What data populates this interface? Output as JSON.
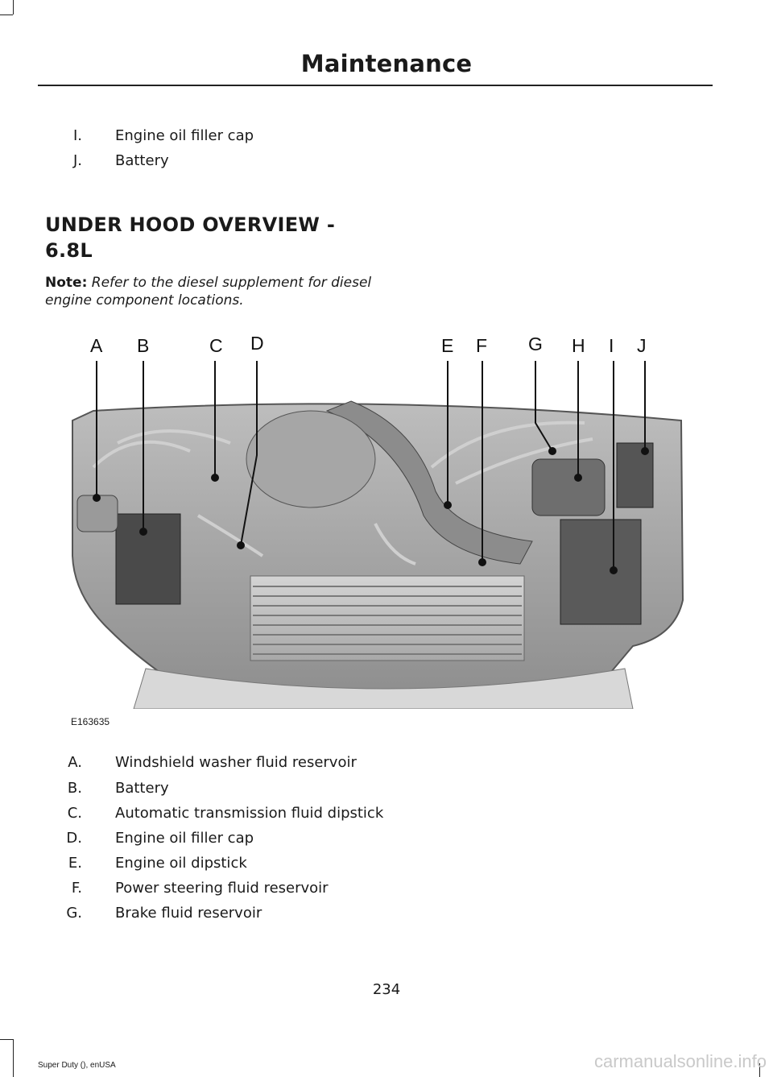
{
  "header": {
    "title": "Maintenance"
  },
  "top_list": [
    {
      "letter": "I.",
      "text": "Engine oil filler cap"
    },
    {
      "letter": "J.",
      "text": "Battery"
    }
  ],
  "section": {
    "heading_line1": "UNDER HOOD OVERVIEW -",
    "heading_line2": "6.8L",
    "note_label": "Note:",
    "note_text": "Refer to the diesel supplement for diesel engine component locations."
  },
  "figure": {
    "id": "E163635",
    "callouts": [
      "A",
      "B",
      "C",
      "D",
      "E",
      "F",
      "G",
      "H",
      "I",
      "J"
    ]
  },
  "components": [
    {
      "letter": "A.",
      "text": "Windshield washer fluid reservoir"
    },
    {
      "letter": "B.",
      "text": "Battery"
    },
    {
      "letter": "C.",
      "text": "Automatic transmission fluid dipstick"
    },
    {
      "letter": "D.",
      "text": "Engine oil filler cap"
    },
    {
      "letter": "E.",
      "text": "Engine oil dipstick"
    },
    {
      "letter": "F.",
      "text": "Power steering fluid reservoir"
    },
    {
      "letter": "G.",
      "text": "Brake fluid reservoir"
    }
  ],
  "page_number": "234",
  "footer": "Super Duty (), enUSA",
  "watermark": "carmanualsonline.info"
}
